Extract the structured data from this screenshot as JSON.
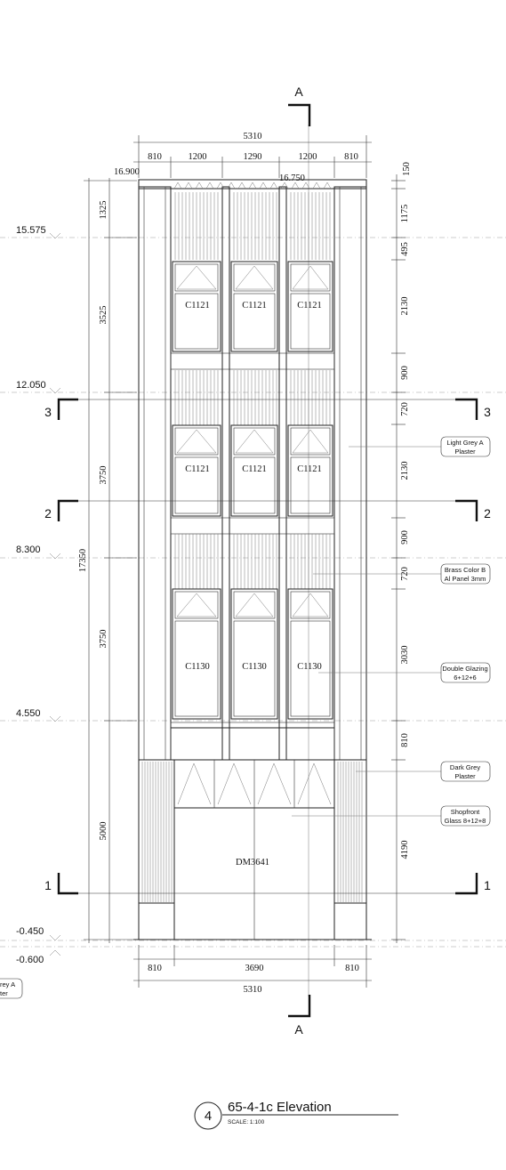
{
  "drawing": {
    "title": "65-4-1c Elevation",
    "number": "4",
    "scale": "SCALE: 1:100"
  },
  "section_markers": {
    "a_top": "A",
    "a_bottom": "A",
    "s1": "1",
    "s2": "2",
    "s3": "3"
  },
  "levels": [
    "15.575",
    "12.050",
    "8.300",
    "4.550",
    "-0.450",
    "-0.600"
  ],
  "top_levels": {
    "parapet_left": "16.900",
    "parapet_right": "16.750"
  },
  "dims_top": {
    "total": "5310",
    "segments": [
      "810",
      "1200",
      "1290",
      "1200",
      "810"
    ]
  },
  "dims_bottom": {
    "total": "5310",
    "segments": [
      "810",
      "3690",
      "810"
    ]
  },
  "dims_left": {
    "total": "17350",
    "segments": [
      "1325",
      "3525",
      "3750",
      "3750",
      "5000"
    ]
  },
  "dims_right": [
    "150",
    "1175",
    "495",
    "2130",
    "900",
    "720",
    "2130",
    "900",
    "720",
    "3030",
    "810",
    "4190"
  ],
  "window_labels": {
    "level3": [
      "C1121",
      "C1121",
      "C1121"
    ],
    "level2": [
      "C1121",
      "C1121",
      "C1121"
    ],
    "level1": [
      "C1130",
      "C1130",
      "C1130"
    ],
    "door": "DM3641"
  },
  "material_tags": [
    {
      "line1": "Light Grey A",
      "line2": "Plaster"
    },
    {
      "line1": "Brass Color B",
      "line2": "Al Panel 3mm"
    },
    {
      "line1": "Double Glazing",
      "line2": "6+12+6"
    },
    {
      "line1": "Dark Grey",
      "line2": "Plaster"
    },
    {
      "line1": "Shopfront",
      "line2": "Glass 8+12+8"
    }
  ],
  "partial_tag": {
    "line1": "rey A",
    "line2": "ter"
  }
}
